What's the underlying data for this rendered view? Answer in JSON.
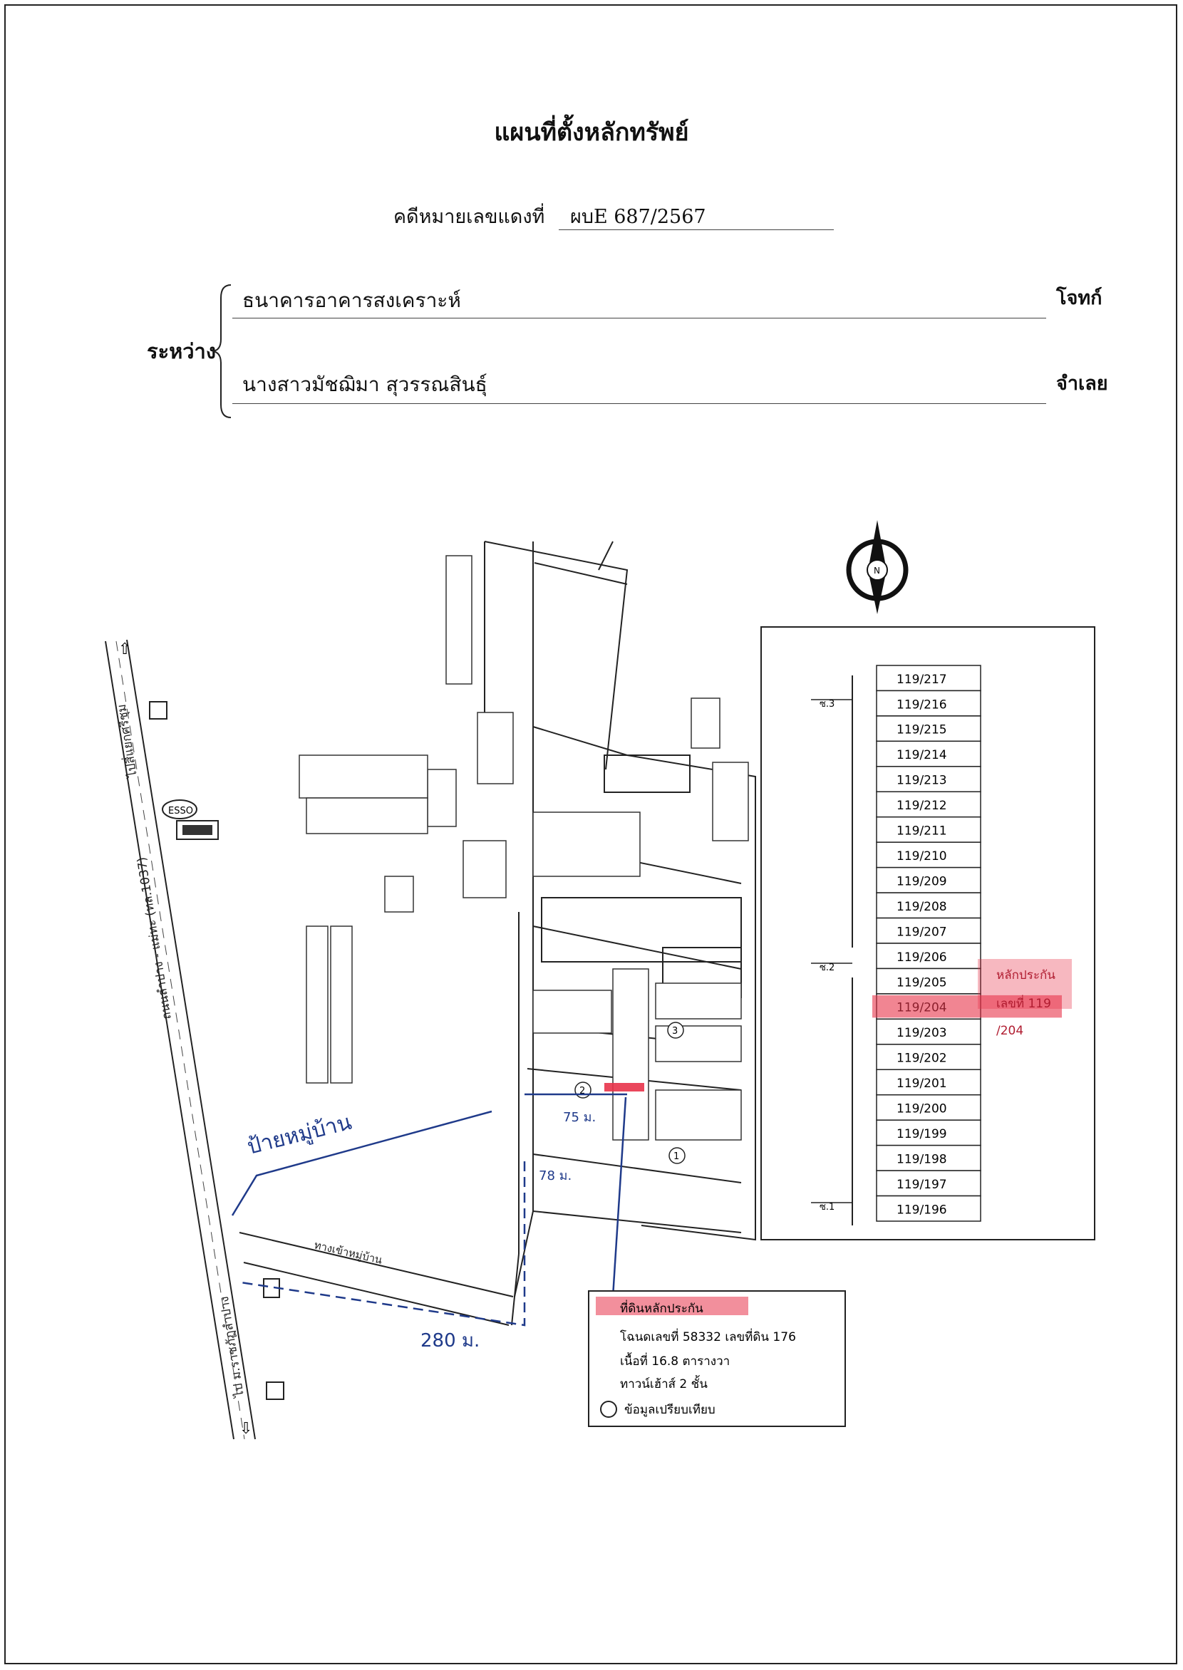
{
  "document": {
    "title": "แผนที่ตั้งหลักทรัพย์",
    "case_label": "คดีหมายเลขแดงที่",
    "case_number": "ผบE 687/2567",
    "between_label": "ระหว่าง",
    "plaintiff": {
      "name": "ธนาคารอาคารสงเคราะห์",
      "role": "โจทก์"
    },
    "defendant": {
      "name": "นางสาวมัชฌิมา  สุวรรณสินธุ์",
      "role": "จำเลย"
    }
  },
  "map": {
    "north_label": "N",
    "main_road": "ถนนลำปาง - แม่ทะ (ทล.1037)",
    "road_north_direction": "ไปสี่แยกศรีชุม",
    "road_south_direction": "ไป ม.ราชภัฏลำปาง",
    "station_label": "ESSO",
    "entrance_road": "ทางเข้าหมู่บ้าน",
    "handwritten_sign": "ป้ายหมู่บ้าน",
    "handwritten_distance_1": "75 ม.",
    "handwritten_distance_2": "78 ม.",
    "handwritten_distance_3": "280 ม.",
    "collateral_marker": "1",
    "parcel_markers": [
      "2",
      "3"
    ],
    "row_labels": [
      "ซ.3",
      "ซ.2",
      "ซ.1"
    ],
    "unit_numbers": [
      "119/217",
      "119/216",
      "119/215",
      "119/214",
      "119/213",
      "119/212",
      "119/211",
      "119/210",
      "119/209",
      "119/208",
      "119/207",
      "119/206",
      "119/205",
      "119/204",
      "119/203",
      "119/202",
      "119/201",
      "119/200",
      "119/199",
      "119/198",
      "119/197",
      "119/196"
    ],
    "collateral_callout": [
      "หลักประกัน",
      "เลขที่ 119",
      "/204"
    ],
    "legend": {
      "header": "ที่ดินหลักประกัน",
      "title_deed": "โฉนดเลขที่ 58332 เลขที่ดิน 176",
      "area": "เนื้อที่ 16.8 ตารางวา",
      "building": "ทาวน์เฮ้าส์ 2 ชั้น",
      "comparison": "ข้อมูลเปรียบเทียบ"
    },
    "colors": {
      "highlight": "#e8334a",
      "ink": "#1f3a8a",
      "line": "#222222"
    }
  }
}
